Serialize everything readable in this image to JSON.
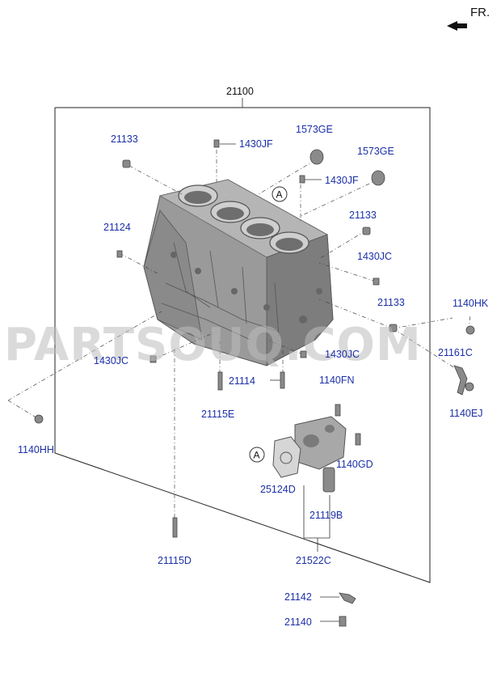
{
  "header": {
    "direction_label": "FR."
  },
  "watermark": "PARTSOUQ.COM",
  "refs": {
    "A1": "A",
    "A2": "A"
  },
  "parts": {
    "p21100": "21100",
    "p21133a": "21133",
    "p1430jf_a": "1430JF",
    "p1573ge_a": "1573GE",
    "p1573ge_b": "1573GE",
    "p1430jf_b": "1430JF",
    "p21133b": "21133",
    "p21124": "21124",
    "p1430jc_a": "1430JC",
    "p21133c": "21133",
    "p1140hk": "1140HK",
    "p21161c": "21161C",
    "p1430jc_b": "1430JC",
    "p1430jc_c": "1430JC",
    "p21114": "21114",
    "p1140fn": "1140FN",
    "p1140ej": "1140EJ",
    "p21115e": "21115E",
    "p1140hh": "1140HH",
    "p1140gd": "1140GD",
    "p25124d": "25124D",
    "p21119b": "21119B",
    "p21115d": "21115D",
    "p21522c": "21522C",
    "p21142": "21142",
    "p21140": "21140"
  },
  "colors": {
    "label": "#1b2fa8",
    "line": "#333333",
    "block": "#8c8c8c"
  }
}
